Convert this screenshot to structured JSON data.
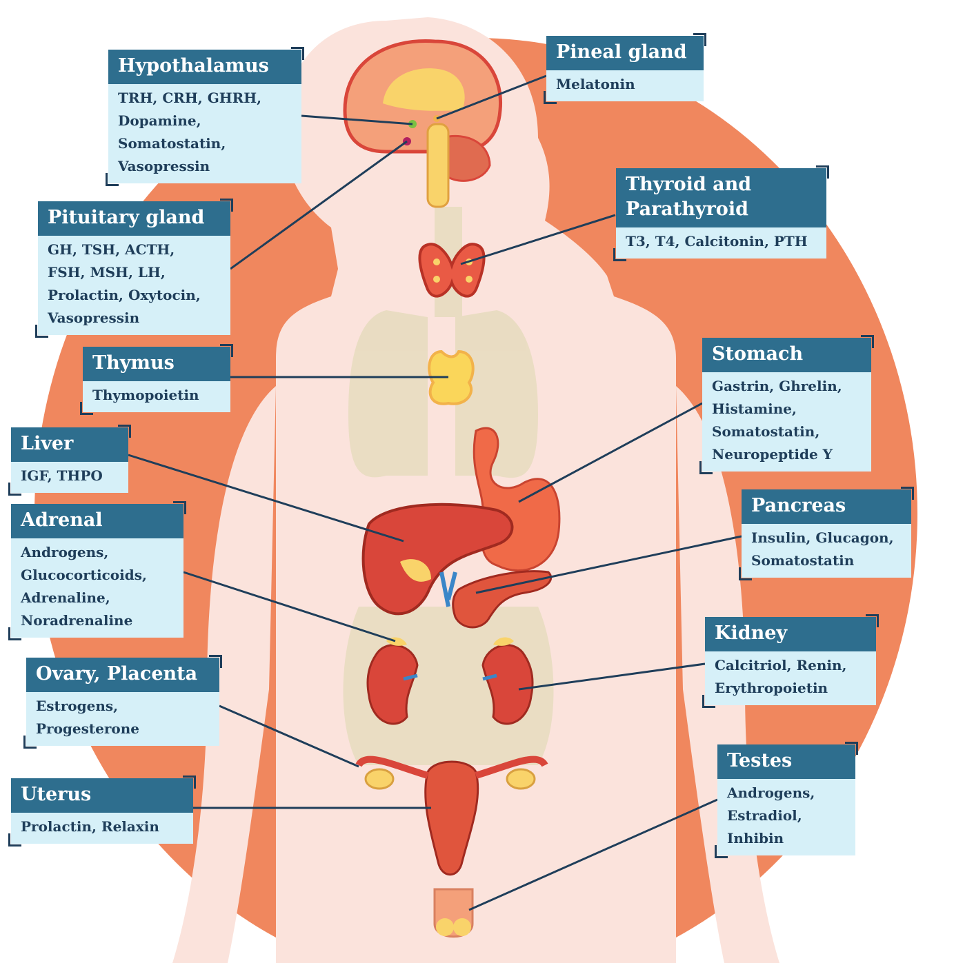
{
  "colors": {
    "disc": "#f0875e",
    "body_silhouette": "#fbe3dc",
    "organ_shadow": "#e8dcc0",
    "organ_red": "#d9463a",
    "organ_yellow": "#f9d36a",
    "label_header": "#2e6e8e",
    "label_body": "#d6f0f8",
    "leader_line": "#1f3e5a"
  },
  "labels": [
    {
      "id": "hypothalamus",
      "title": "Hypothalamus",
      "lines": [
        "TRH, CRH, GHRH,",
        "Dopamine,",
        "Somatostatin,",
        "Vasopressin"
      ]
    },
    {
      "id": "pineal",
      "title": "Pineal gland",
      "lines": [
        "Melatonin"
      ]
    },
    {
      "id": "pituitary",
      "title": "Pituitary gland",
      "lines": [
        "GH, TSH, ACTH,",
        "FSH, MSH, LH,",
        "Prolactin, Oxytocin,",
        "Vasopressin"
      ]
    },
    {
      "id": "thyroid",
      "title": "Thyroid and Parathyroid",
      "lines": [
        "T3, T4, Calcitonin, PTH"
      ]
    },
    {
      "id": "thymus",
      "title": "Thymus",
      "lines": [
        "Thymopoietin"
      ]
    },
    {
      "id": "stomach",
      "title": "Stomach",
      "lines": [
        "Gastrin, Ghrelin,",
        "Histamine,",
        "Somatostatin,",
        "Neuropeptide Y"
      ]
    },
    {
      "id": "liver",
      "title": "Liver",
      "lines": [
        "IGF, THPO"
      ]
    },
    {
      "id": "pancreas",
      "title": "Pancreas",
      "lines": [
        "Insulin, Glucagon,",
        "Somatostatin"
      ]
    },
    {
      "id": "adrenal",
      "title": "Adrenal",
      "lines": [
        "Androgens,",
        "Glucocorticoids,",
        "Adrenaline,",
        "Noradrenaline"
      ]
    },
    {
      "id": "kidney",
      "title": "Kidney",
      "lines": [
        "Calcitriol, Renin,",
        "Erythropoietin"
      ]
    },
    {
      "id": "ovary",
      "title": "Ovary, Placenta",
      "lines": [
        "Estrogens,",
        "Progesterone"
      ]
    },
    {
      "id": "testes",
      "title": "Testes",
      "lines": [
        "Androgens,",
        "Estradiol,",
        "Inhibin"
      ]
    },
    {
      "id": "uterus",
      "title": "Uterus",
      "lines": [
        "Prolactin, Relaxin"
      ]
    }
  ]
}
